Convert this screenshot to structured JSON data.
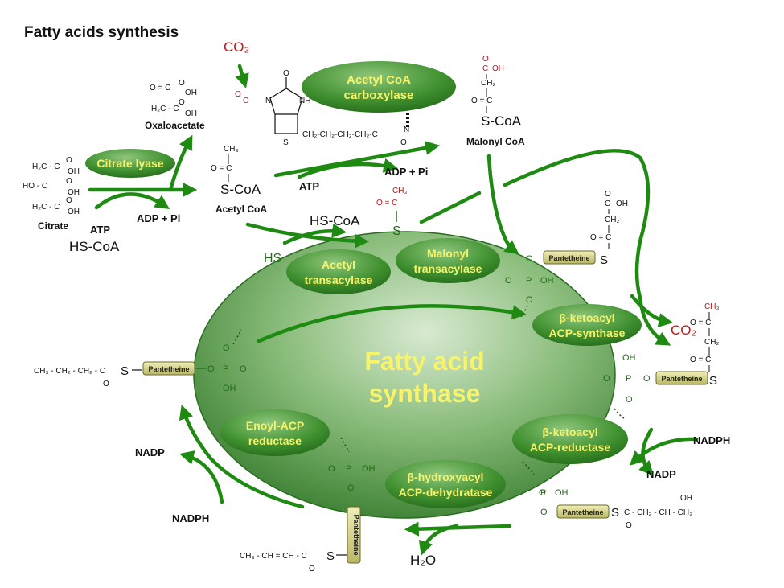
{
  "title": "Fatty acids synthesis",
  "colors": {
    "arrow": "#1f8a12",
    "enzyme_text": "#f7f36a",
    "red": "#c41414",
    "pantetheine_fill": "#d8d68a"
  },
  "main_enzyme": {
    "line1": "Fatty acid",
    "line2": "synthase"
  },
  "enzymes": {
    "citrate_lyase": "Citrate lyase",
    "acetyl_coa_carboxylase": [
      "Acetyl CoA",
      "carboxylase"
    ],
    "acetyl_transacylase": [
      "Acetyl",
      "transacylase"
    ],
    "malonyl_transacylase": [
      "Malonyl",
      "transacylase"
    ],
    "ketoacyl_synthase": [
      "β-ketoacyl",
      "ACP-synthase"
    ],
    "ketoacyl_reductase": [
      "β-ketoacyl",
      "ACP-reductase"
    ],
    "hydroxyacyl_dehydratase": [
      "β-hydroxyacyl",
      "ACP-dehydratase"
    ],
    "enoyl_reductase": [
      "Enoyl-ACP",
      "reductase"
    ]
  },
  "compounds": {
    "citrate": "Citrate",
    "oxaloacetate": "Oxaloacetate",
    "acetyl_coa": "Acetyl CoA",
    "malonyl_coa": "Malonyl CoA",
    "co2_top": "CO₂",
    "co2_right": "CO₂",
    "water": "H₂O"
  },
  "cofactors": {
    "atp_left": "ATP",
    "hscoa_left": "HS-CoA",
    "adp_pi_left": "ADP + Pi",
    "atp_mid": "ATP",
    "adp_pi_mid": "ADP + Pi",
    "hscoa_mid": "HS-CoA",
    "nadph_right": "NADPH",
    "nadp_right": "NADP",
    "nadp_left": "NADP",
    "nadph_left": "NADPH"
  },
  "groups": {
    "pantetheine": "Pantetheine",
    "hs": "HS",
    "s": "S",
    "coa_s": "S-CoA"
  },
  "formula": {
    "c_o": "O = C",
    "ch3": "CH₃",
    "ch2": "CH₂",
    "cooh": "C",
    "oh": "OH",
    "o": "O",
    "p": "P",
    "ho_c": "HO - C",
    "h2c": "H₂C",
    "h2c_c": "H₂C - C",
    "biotin_chain": "CH₂-CH₂-CH₂-CH₂-C",
    "butyryl": "CH₃ - CH₂ - CH₂ - C",
    "crotonyl": "CH₃ - CH = CH - C",
    "hydroxybutyryl": "C - CH₂ - CH - CH₃",
    "n": "N",
    "nh": "NH",
    "s_ring": "S",
    "o_eq": "O"
  }
}
